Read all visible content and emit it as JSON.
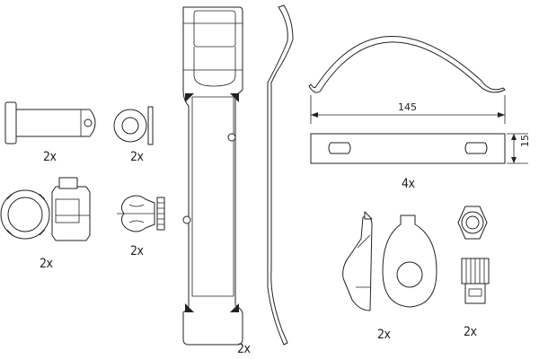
{
  "labels": {
    "pin_qty": "2x",
    "washer_qty": "2x",
    "bushing_qty": "2x",
    "clip_qty": "2x",
    "plate_qty": "2x",
    "bar_qty": "4x",
    "cap_qty": "2x",
    "nut_qty": "2x"
  },
  "dimensions": {
    "length": "145",
    "height": "15"
  },
  "colors": {
    "line": "#222222",
    "background": "#ffffff"
  }
}
